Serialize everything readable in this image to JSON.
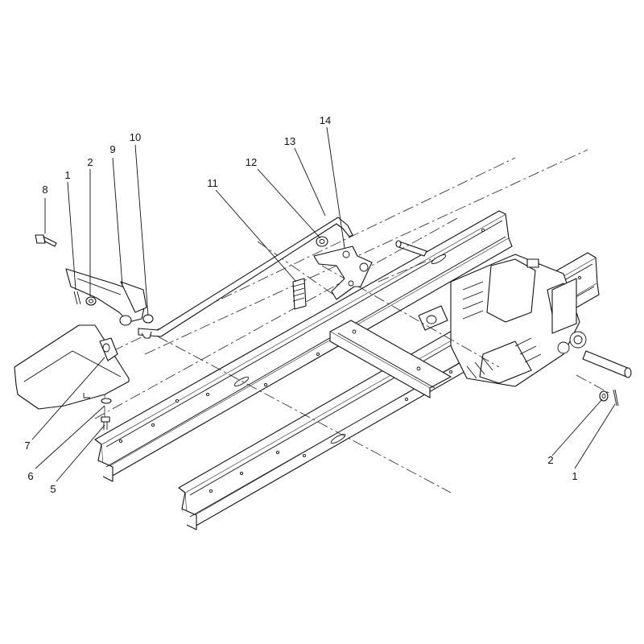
{
  "callouts": [
    {
      "id": "c8",
      "label": "8"
    },
    {
      "id": "c1a",
      "label": "1"
    },
    {
      "id": "c2a",
      "label": "2"
    },
    {
      "id": "c9",
      "label": "9"
    },
    {
      "id": "c10",
      "label": "10"
    },
    {
      "id": "c11",
      "label": "11"
    },
    {
      "id": "c12",
      "label": "12"
    },
    {
      "id": "c13",
      "label": "13"
    },
    {
      "id": "c14",
      "label": "14"
    },
    {
      "id": "c7",
      "label": "7"
    },
    {
      "id": "c6",
      "label": "6"
    },
    {
      "id": "c5",
      "label": "5"
    },
    {
      "id": "c2b",
      "label": "2"
    },
    {
      "id": "c1b",
      "label": "1"
    }
  ]
}
